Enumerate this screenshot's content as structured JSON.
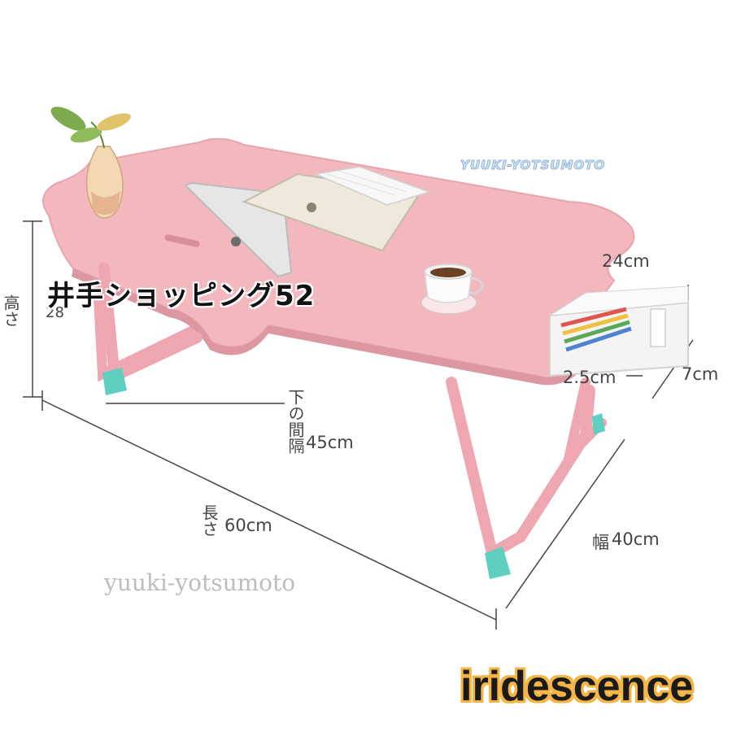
{
  "product": {
    "shop_name": "井手ショッピング52",
    "watermark_bottom": "yuuki-yotsumoto",
    "watermark_top": "YUUKI-YOTSUMOTO",
    "brand_logo": "iridescence"
  },
  "dimensions": {
    "height_label": "高さ",
    "height_value_partial": "28",
    "under_clearance_label": "下の間隔",
    "under_clearance_value": "45cm",
    "length_label": "長さ",
    "length_value": "60cm",
    "width_label": "幅",
    "width_value": "40cm",
    "drawer_depth": "24cm",
    "drawer_height": "7cm",
    "drawer_front": "2.5cm"
  },
  "colors": {
    "table_pink": "#f3b8be",
    "leg_pink": "#eea6b0",
    "foot_teal": "#5fcfc0",
    "brand_orange": "#f5b545"
  }
}
